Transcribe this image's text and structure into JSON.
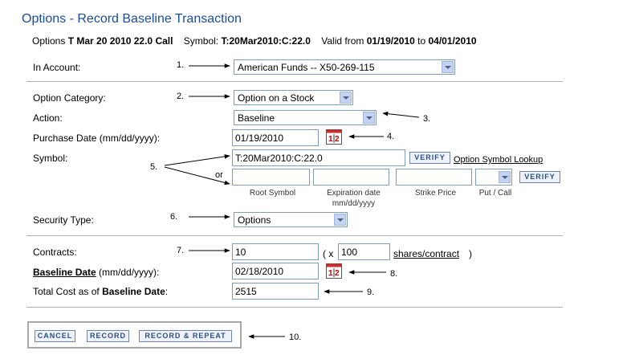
{
  "header": {
    "title": "Options - Record Baseline Transaction",
    "subtitle": {
      "prefix": "Options",
      "option": "T Mar 20 2010 22.0 Call",
      "symbol_label": "Symbol:",
      "symbol": "T:20Mar2010:C:22.0",
      "valid_label": "Valid from",
      "valid_from": "01/19/2010",
      "to_label": "to",
      "valid_to": "04/01/2010"
    }
  },
  "form": {
    "account": {
      "label": "In Account:",
      "value": "American Funds -- X50-269-115"
    },
    "option_category": {
      "label": "Option Category:",
      "value": "Option on a Stock"
    },
    "action": {
      "label": "Action:",
      "value": "Baseline"
    },
    "purchase_date": {
      "label": "Purchase Date (mm/dd/yyyy):",
      "value": "01/19/2010"
    },
    "symbol": {
      "label": "Symbol:",
      "value": "T:20Mar2010:C:22.0",
      "verify_label": "VERIFY",
      "lookup_link": "Option Symbol Lookup",
      "or_label": "or",
      "root_caption": "Root Symbol",
      "expiration_caption": "Expiration date",
      "expiration_format": "mm/dd/yyyy",
      "strike_caption": "Strike Price",
      "putcall_caption": "Put / Call",
      "verify2_label": "VERIFY"
    },
    "security_type": {
      "label": "Security Type:",
      "value": "Options"
    },
    "contracts": {
      "label": "Contracts:",
      "value": "10",
      "open_paren": "( x",
      "multiplier": "100",
      "unit_link": "shares/contract",
      "close_paren": ")"
    },
    "baseline_date": {
      "label_bold": "Baseline Date",
      "label_rest": "(mm/dd/yyyy):",
      "value": "02/18/2010"
    },
    "total_cost": {
      "label_prefix": "Total Cost as of",
      "label_bold": "Baseline Date",
      "label_suffix": ":",
      "value": "2515"
    }
  },
  "buttons": {
    "cancel": "CANCEL",
    "record": "RECORD",
    "record_repeat": "RECORD & REPEAT"
  },
  "annotations": {
    "n1": "1.",
    "n2": "2.",
    "n3": "3.",
    "n4": "4.",
    "n5": "5.",
    "n6": "6.",
    "n7": "7.",
    "n8": "8.",
    "n9": "9.",
    "n10": "10."
  },
  "calendar_icon_text": "1|2"
}
